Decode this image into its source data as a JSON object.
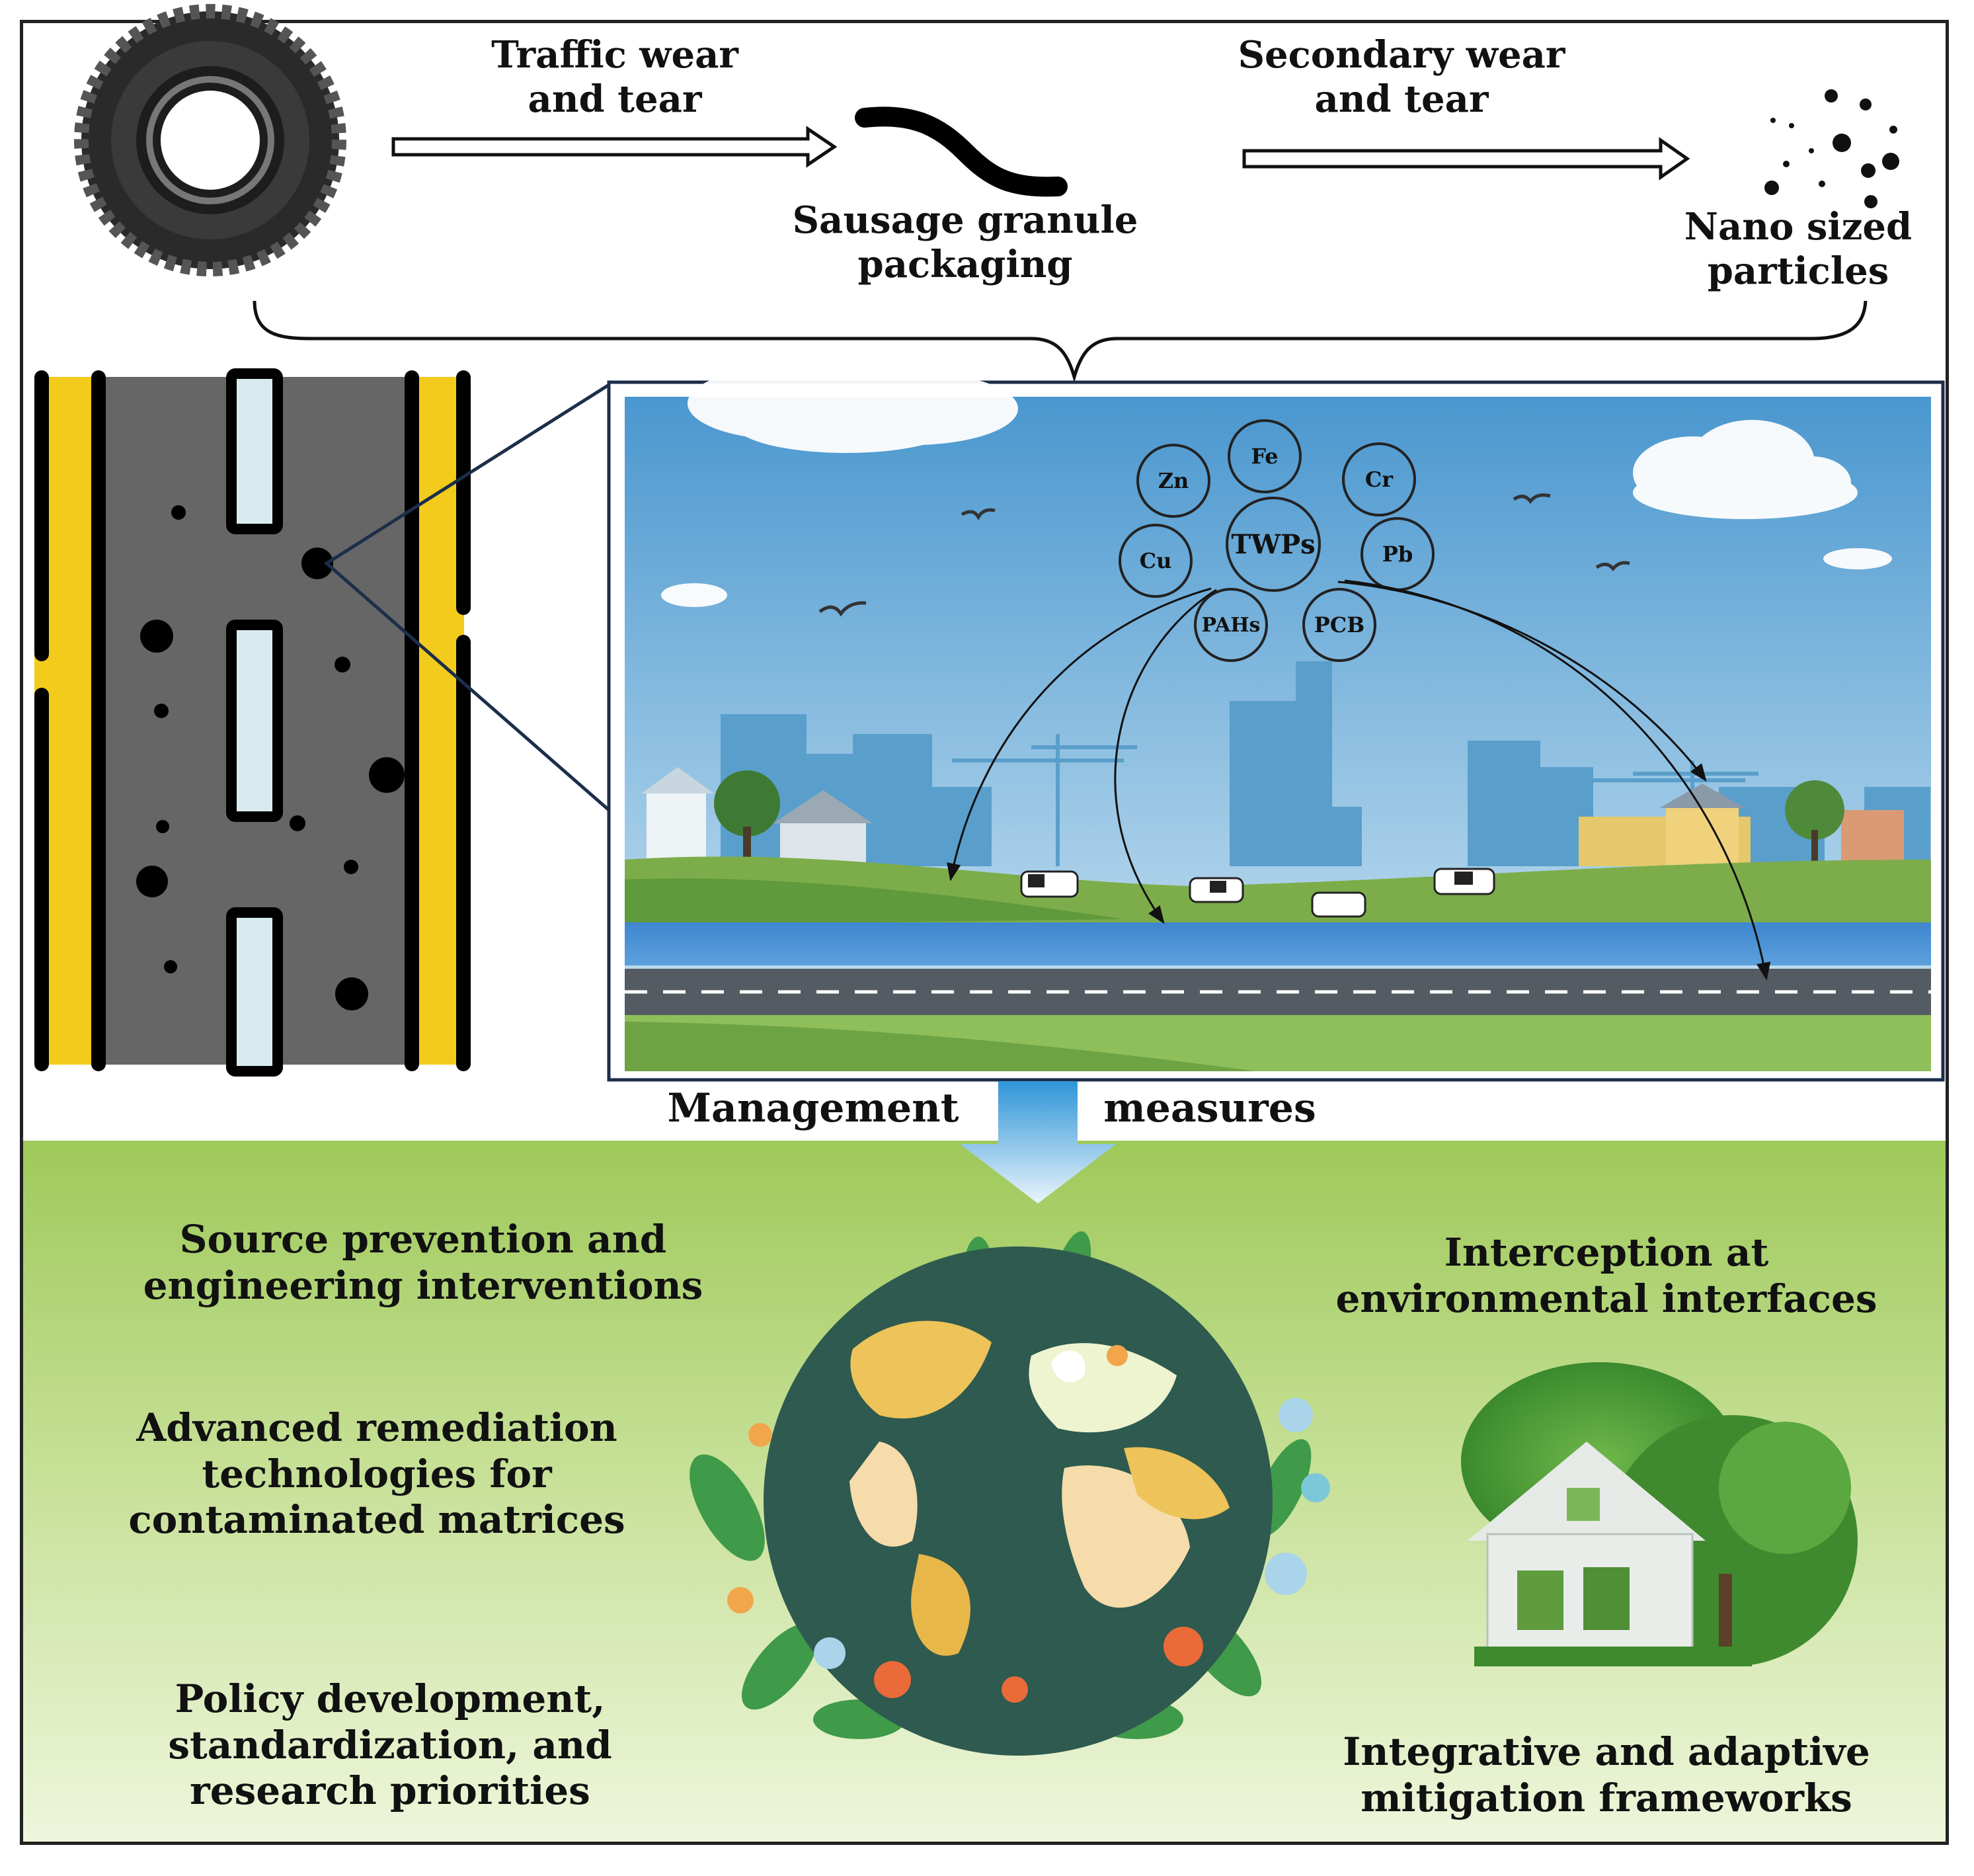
{
  "top_flow": {
    "traffic_wear": [
      "Traffic wear",
      "and tear"
    ],
    "secondary_wear": [
      "Secondary wear",
      "and tear"
    ],
    "sausage_granule": [
      "Sausage granule",
      "packaging"
    ],
    "nano_particles": [
      "Nano sized",
      "particles"
    ]
  },
  "chemicals": {
    "center": "TWPs",
    "items": [
      "Zn",
      "Fe",
      "Cr",
      "Cu",
      "Pb",
      "PAHs",
      "PCB"
    ]
  },
  "management": {
    "left": "Management",
    "right": "measures"
  },
  "measures": {
    "source_prevention": [
      "Source prevention and",
      "engineering interventions"
    ],
    "remediation": [
      "Advanced remediation",
      "technologies for",
      "contaminated matrices"
    ],
    "policy": [
      "Policy development,",
      "standardization, and",
      "research priorities"
    ],
    "interception": [
      "Interception at",
      "environmental interfaces"
    ],
    "integrative": [
      "Integrative and adaptive",
      "mitigation frameworks"
    ]
  },
  "colors": {
    "road_asphalt": "#666666",
    "road_edge_yellow": "#f2cb1d",
    "lane_marking": "#d8ecf0",
    "sky_top": "#4a97cf",
    "sky_bottom": "#cfe6f3",
    "building_blue": "#5a9fcb",
    "grass": "#7cad4a",
    "river": "#3f86cf",
    "green_panel": "#9ec95a",
    "globe_ocean": "#2e5a4f",
    "land_yellow": "#eec35a"
  }
}
